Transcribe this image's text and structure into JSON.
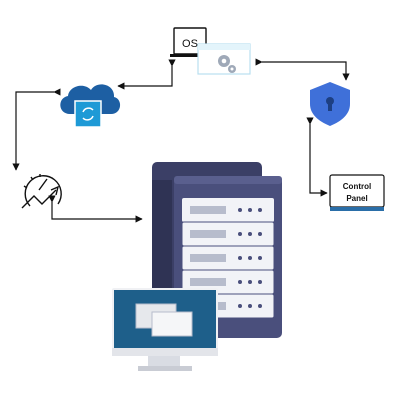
{
  "os_label": "OS",
  "control_panel": {
    "line1": "Control",
    "line2": "Panel"
  },
  "colors": {
    "cloud": "#1d5fa3",
    "cloud_badge": "#1e9ad6",
    "shield": "#3f70d9",
    "server_dark": "#3b3f66",
    "server_face": "#4a4f7c",
    "monitor_screen": "#1e5f8a",
    "connector": "#111111"
  },
  "icons": [
    "os-window-icon",
    "gears-icon",
    "cloud-sync-icon",
    "shield-lock-icon",
    "speedometer-icon",
    "control-panel-icon",
    "server-rack-icon",
    "monitor-icon"
  ]
}
